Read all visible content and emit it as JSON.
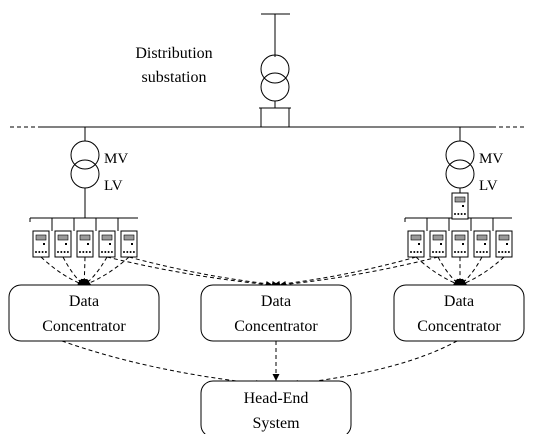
{
  "substation": {
    "label_line1": "Distribution",
    "label_line2": "substation"
  },
  "transformers": {
    "left": {
      "upper": "MV",
      "lower": "LV"
    },
    "right": {
      "upper": "MV",
      "lower": "LV"
    }
  },
  "concentrators": [
    {
      "line1": "Data",
      "line2": "Concentrator"
    },
    {
      "line1": "Data",
      "line2": "Concentrator"
    },
    {
      "line1": "Data",
      "line2": "Concentrator"
    }
  ],
  "head_end": {
    "line1": "Head-End",
    "line2": "System"
  },
  "colors": {
    "stroke": "#000000",
    "background": "#ffffff",
    "meter_screen": "#9a9a9a"
  }
}
